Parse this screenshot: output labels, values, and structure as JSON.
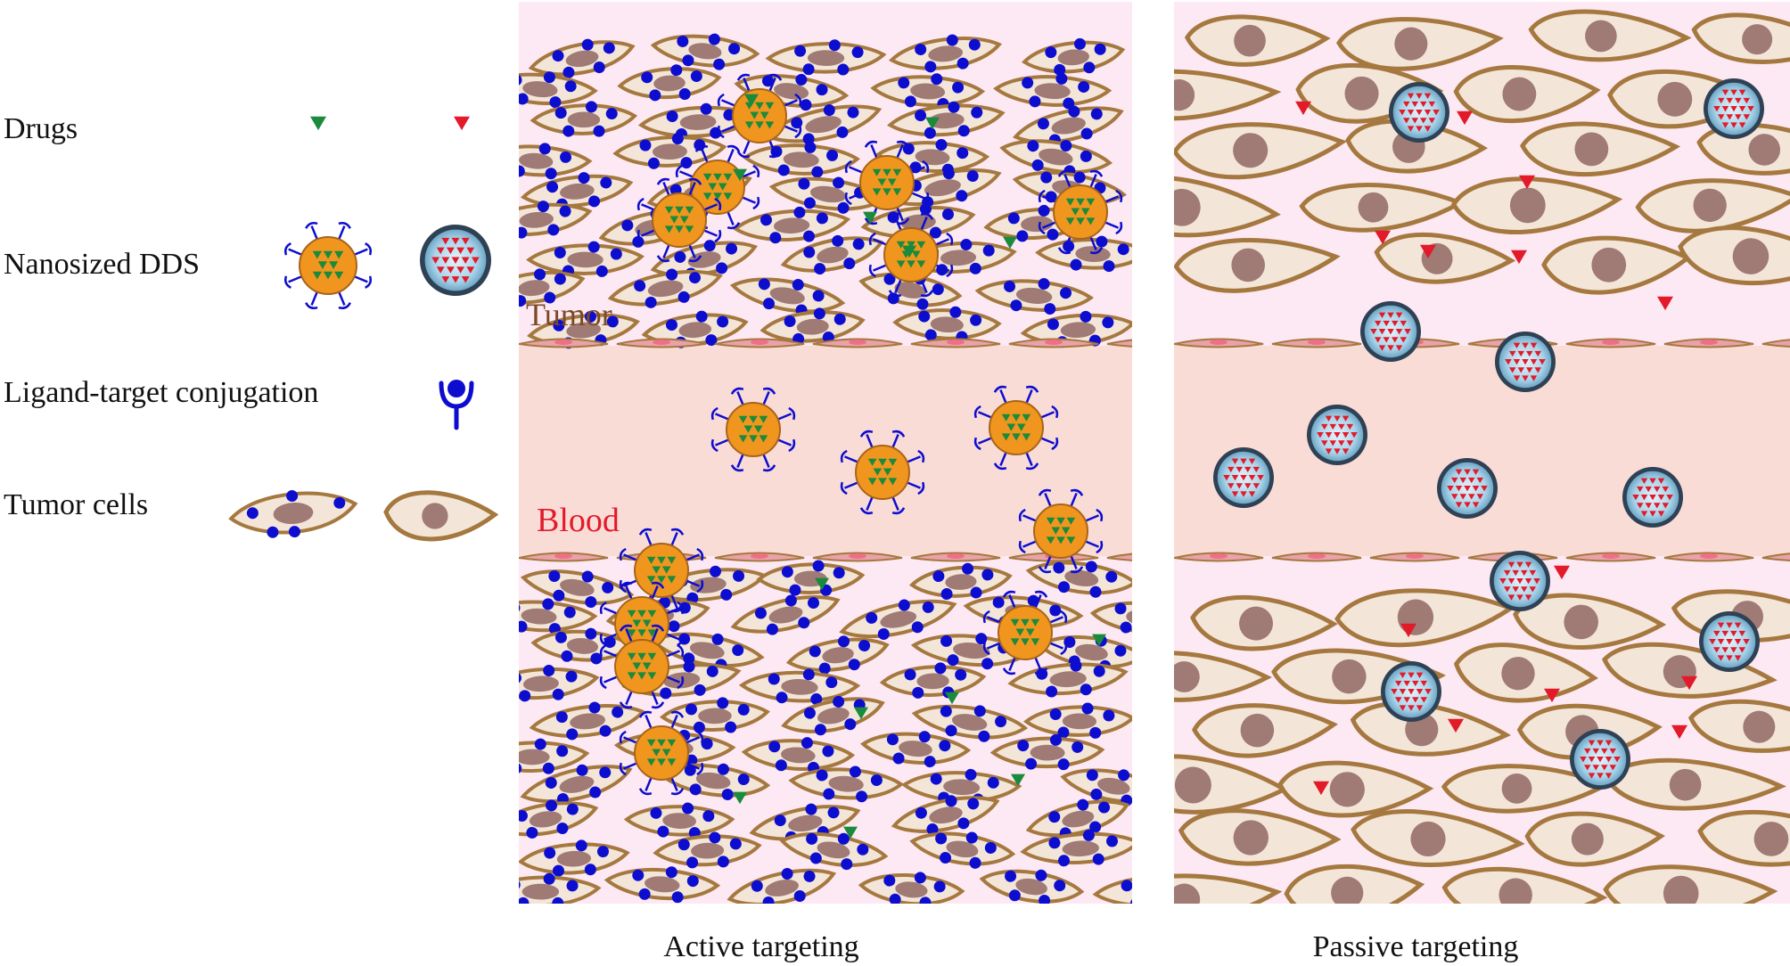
{
  "legend": {
    "drugs": "Drugs",
    "nanosized_dds": "Nanosized DDS",
    "ligand_target": "Ligand-target conjugation",
    "tumor_cells": "Tumor cells"
  },
  "panels": {
    "active": {
      "caption": "Active targeting",
      "tumor_label": "Tumor",
      "blood_label": "Blood"
    },
    "passive": {
      "caption": "Passive targeting"
    }
  },
  "colors": {
    "tumor_background": "#fde9f3",
    "blood_vessel": "#fadcd6",
    "cell_fill": "#f3e5d8",
    "cell_outline": "#a5783f",
    "nucleus": "#a07a74",
    "receptor": "#0d0dd0",
    "green_drug": "#1a8a3c",
    "red_drug": "#e21a2a",
    "active_dds_core": "#f0961e",
    "passive_dds_outer": "#2f4154",
    "passive_dds_inner": "#a9d4ea",
    "endothelium": "#e9a2a9",
    "tumor_text": "#7a4b26",
    "blood_text": "#e21a2a"
  },
  "icons": [
    "green-drug-triangle",
    "red-drug-triangle",
    "active-dds-particle",
    "passive-dds-particle",
    "receptor-icon",
    "tumor-cell-with-receptors",
    "tumor-cell-plain"
  ]
}
